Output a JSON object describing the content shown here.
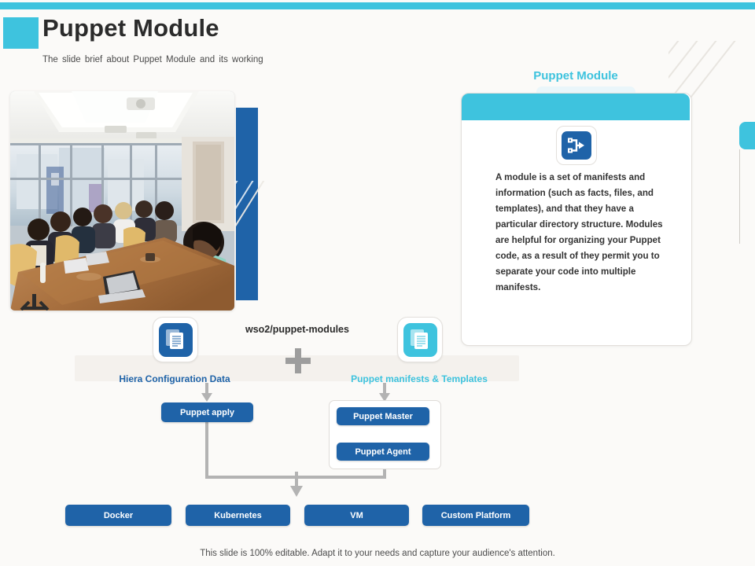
{
  "header": {
    "title": "Puppet Module",
    "subtitle": "The slide brief about Puppet Module and its working"
  },
  "card": {
    "title": "Puppet Module",
    "icon": "sitemap-icon",
    "body": "A module is a set of manifests and information (such as facts, files, and templates), and that they have a particular directory structure. Modules are helpful for organizing your Puppet code, as a result of they permit you to separate your code into multiple manifests."
  },
  "photo": {
    "alt": "conference-room-meeting-photo"
  },
  "diagram": {
    "repo_label": "wso2/puppet-modules",
    "plus": "+",
    "nodes": [
      {
        "id": "hiera",
        "label": "Hiera Configuration Data",
        "icon": "documents-icon",
        "color": "#1F63A8"
      },
      {
        "id": "manifests",
        "label": "Puppet manifests & Templates",
        "icon": "documents-icon",
        "color": "#3EC3DE"
      }
    ],
    "flow": {
      "apply": "Puppet apply",
      "master": "Puppet Master",
      "agent": "Puppet Agent"
    },
    "targets": [
      {
        "label": "Docker"
      },
      {
        "label": "Kubernetes"
      },
      {
        "label": "VM"
      },
      {
        "label": "Custom Platform"
      }
    ]
  },
  "footer": {
    "note": "This slide is 100% editable. Adapt it to your needs and capture your audience's attention."
  },
  "colors": {
    "cyan": "#3EC3DE",
    "blue": "#1F63A8",
    "background": "#FBFAF8",
    "connector": "#B3B3B3"
  }
}
